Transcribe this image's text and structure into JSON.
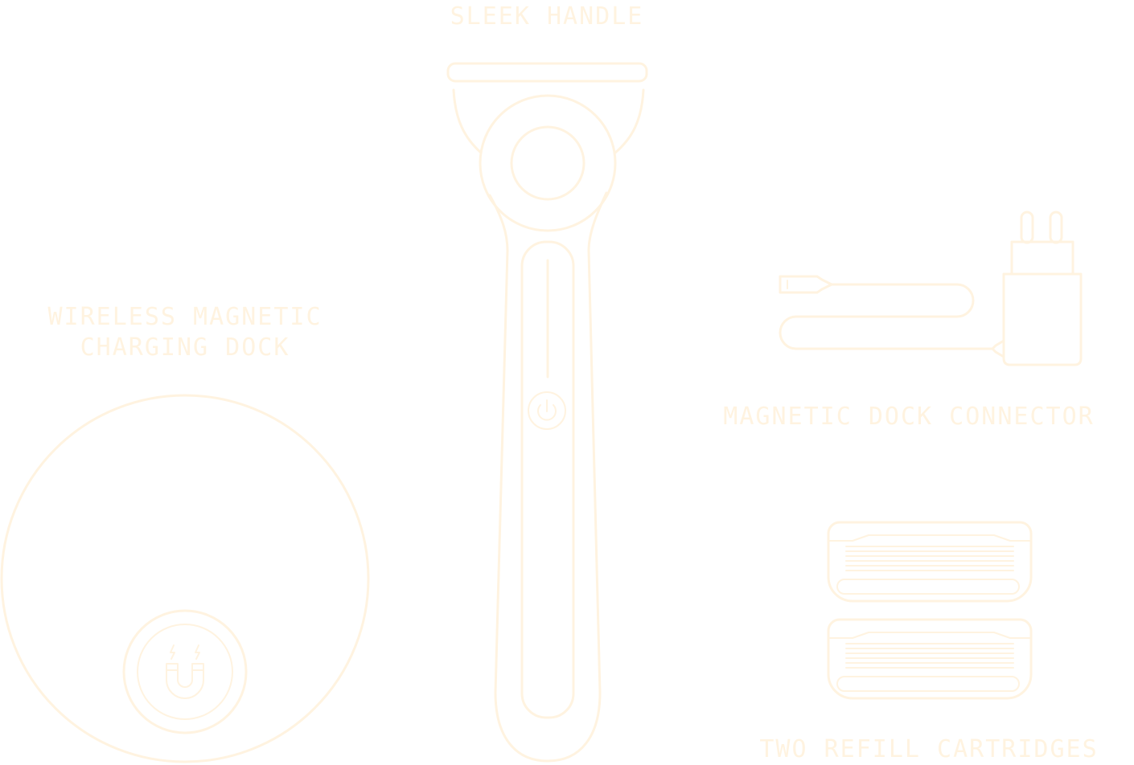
{
  "labels": {
    "handle": "SLEEK HANDLE",
    "dock_line1": "WIRELESS MAGNETIC",
    "dock_line2": "CHARGING DOCK",
    "connector": "MAGNETIC DOCK CONNECTOR",
    "cartridges": "TWO REFILL CARTRIDGES"
  },
  "colors": {
    "line": "#fff3e0",
    "background": "#ffffff"
  },
  "icons": {
    "handle": "razor-handle-icon",
    "power": "power-icon",
    "dock": "charging-dock-icon",
    "magnet": "magnet-icon",
    "connector": "charger-plug-icon",
    "cartridge": "razor-cartridge-icon"
  }
}
